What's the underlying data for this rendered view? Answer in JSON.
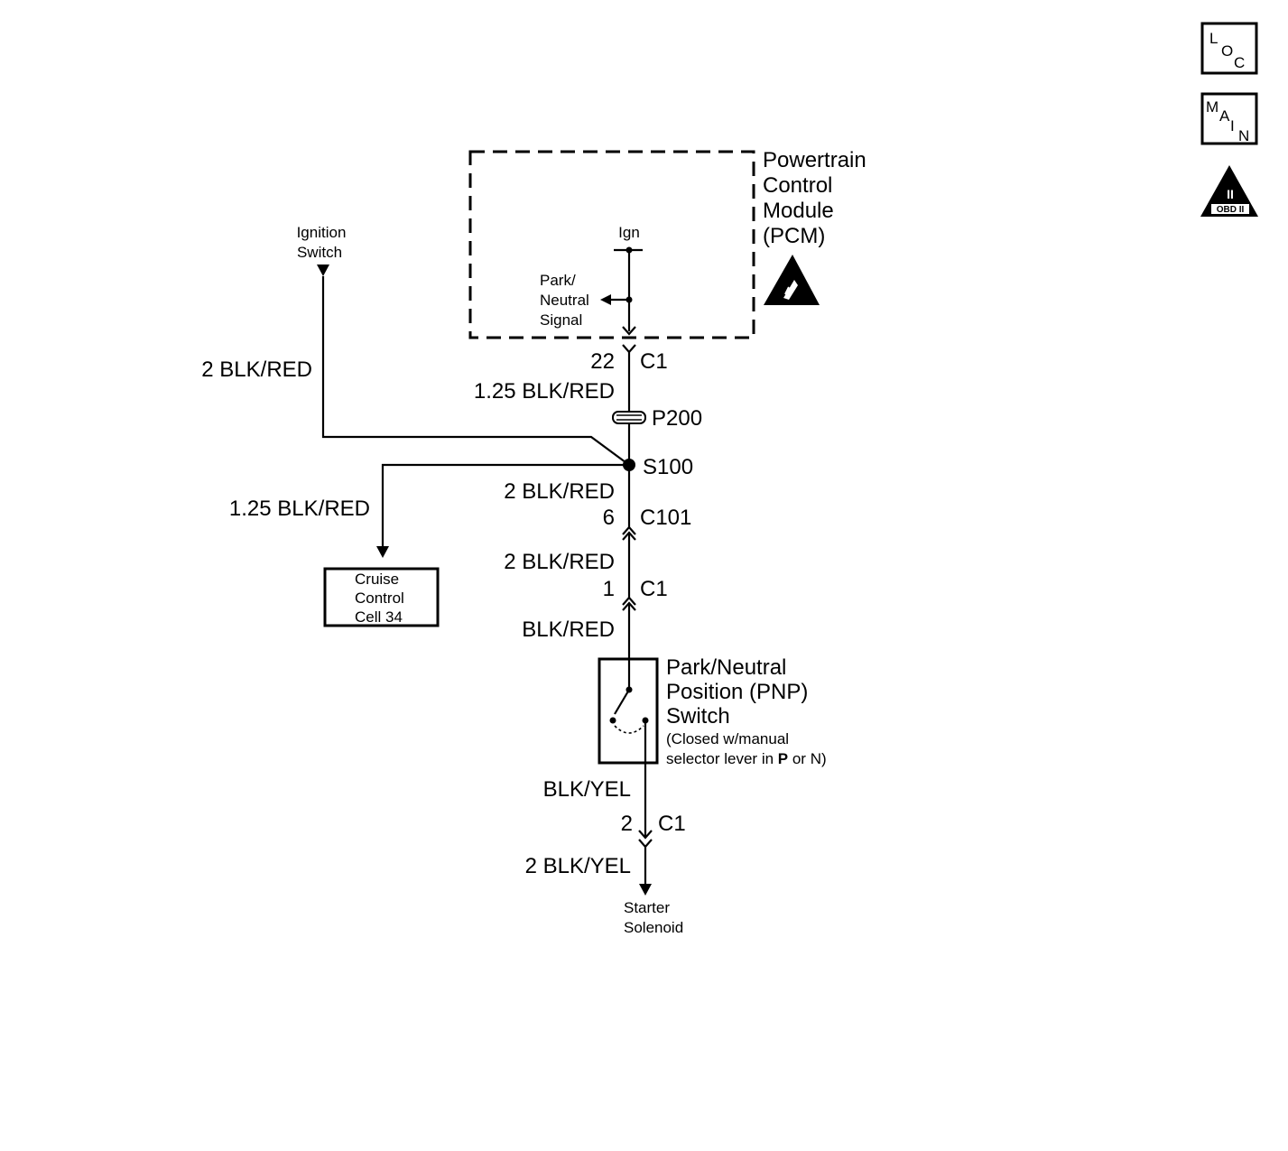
{
  "icons": {
    "loc": {
      "l": "L",
      "o": "O",
      "c": "C"
    },
    "main": {
      "m": "M",
      "a": "A",
      "i": "I",
      "n": "N"
    },
    "obd": {
      "numeral": "II",
      "label": "OBD II"
    }
  },
  "pcm": {
    "name_lines": [
      "Powertrain",
      "Control",
      "Module",
      "(PCM)"
    ],
    "ign_label": "Ign",
    "signal_lines": [
      "Park/",
      "Neutral",
      "Signal"
    ]
  },
  "ignition": {
    "lines": [
      "Ignition",
      "Switch"
    ],
    "wire": "2 BLK/RED"
  },
  "connectors": {
    "pcm_c1": {
      "pin": "22",
      "name": "C1"
    },
    "c101": {
      "pin": "6",
      "name": "C101"
    },
    "pnp_c1_top": {
      "pin": "1",
      "name": "C1"
    },
    "pnp_c1_bottom": {
      "pin": "2",
      "name": "C1"
    }
  },
  "wires": {
    "pcm_to_p200": "1.25 BLK/RED",
    "s100_to_c101": "2 BLK/RED",
    "c101_to_c1": "2 BLK/RED",
    "c1_to_pnp": "BLK/RED",
    "cruise": "1.25 BLK/RED",
    "pnp_to_c1": "BLK/YEL",
    "c1_to_starter": "2 BLK/YEL"
  },
  "components": {
    "p200": "P200",
    "s100": "S100",
    "cruise_lines": [
      "Cruise",
      "Control",
      "Cell 34"
    ],
    "pnp_name_lines": [
      "Park/Neutral",
      "Position (PNP)",
      "Switch"
    ],
    "pnp_note_line1": "(Closed w/manual",
    "pnp_note_line2_pre": "selector lever in ",
    "pnp_note_bold_p": "P",
    "pnp_note_mid": " or ",
    "pnp_note_n": "N)",
    "starter_lines": [
      "Starter",
      "Solenoid"
    ]
  }
}
